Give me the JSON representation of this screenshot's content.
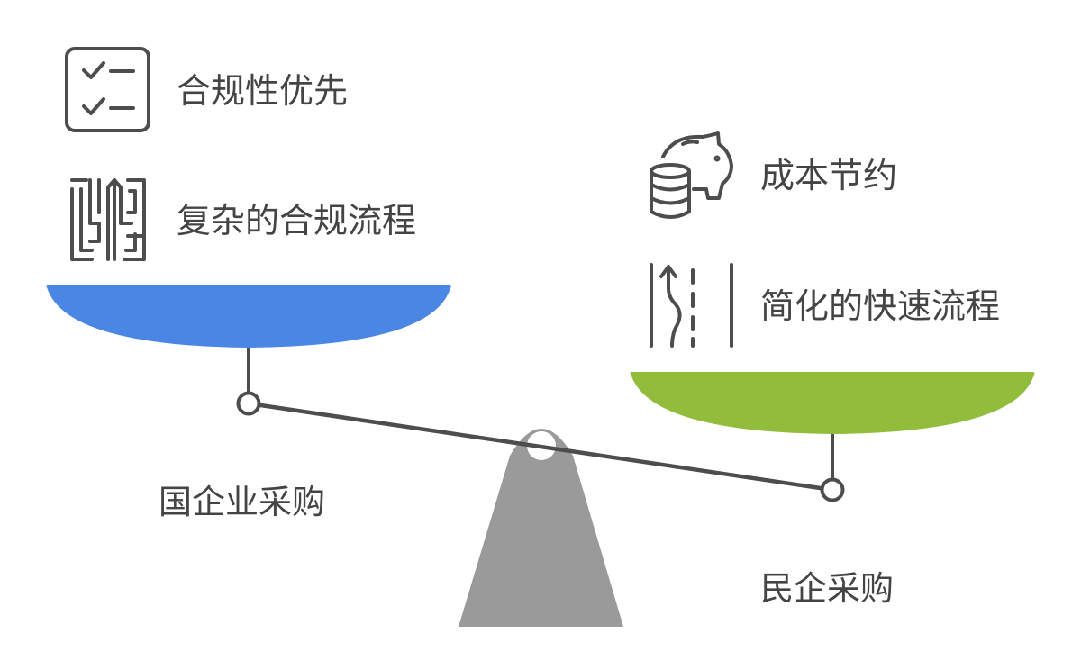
{
  "diagram": {
    "left_side": {
      "pan_color": "#4a86e4",
      "label": "国企业采购",
      "items": [
        {
          "icon": "checklist-icon",
          "text": "合规性优先"
        },
        {
          "icon": "maze-icon",
          "text": "复杂的合规流程"
        }
      ]
    },
    "right_side": {
      "pan_color": "#92bd3c",
      "label": "民企采购",
      "items": [
        {
          "icon": "piggy-bank-coins-icon",
          "text": "成本节约"
        },
        {
          "icon": "road-lanes-icon",
          "text": "简化的快速流程"
        }
      ]
    },
    "fulcrum_color": "#9a9a9a",
    "beam_color": "#4d4d4d"
  }
}
